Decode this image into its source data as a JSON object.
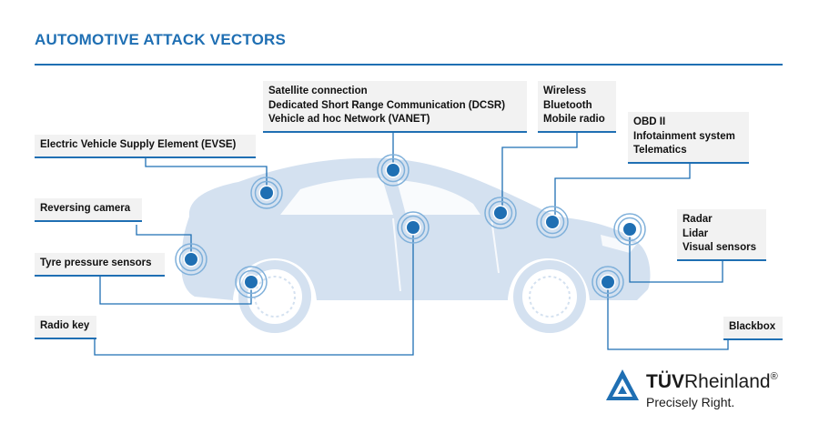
{
  "title": "AUTOMOTIVE ATTACK VECTORS",
  "labels": {
    "satellite": [
      "Satellite connection",
      "Dedicated Short Range Communication (DCSR)",
      "Vehicle ad hoc Network (VANET)"
    ],
    "wireless": [
      "Wireless",
      "Bluetooth",
      "Mobile radio"
    ],
    "obd": [
      "OBD II",
      "Infotainment system",
      "Telematics"
    ],
    "evse": [
      "Electric Vehicle Supply Element (EVSE)"
    ],
    "reversing": [
      "Reversing camera"
    ],
    "tyre": [
      "Tyre pressure sensors"
    ],
    "radio_key": [
      "Radio key"
    ],
    "radar": [
      "Radar",
      "Lidar",
      "Visual sensors"
    ],
    "blackbox": [
      "Blackbox"
    ]
  },
  "logo": {
    "brand_bold": "TÜV",
    "brand_rest": "Rheinland",
    "registered": "®",
    "tagline": "Precisely Right."
  },
  "colors": {
    "accent": "#1f6fb3",
    "car": "#d4e1f0",
    "label_bg": "#f2f2f2",
    "node": "#1f6fb3"
  }
}
